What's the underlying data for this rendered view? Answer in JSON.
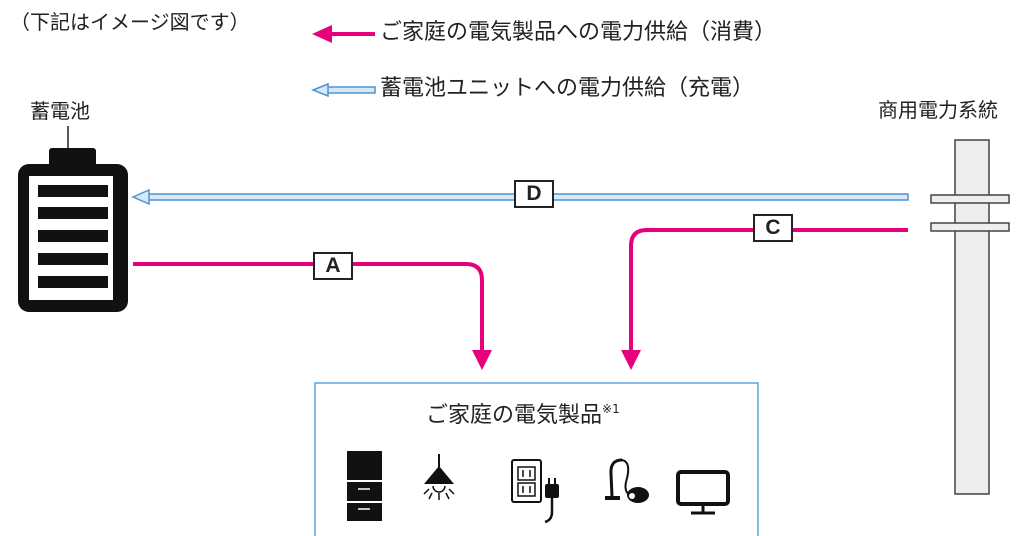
{
  "note": "（下記はイメージ図です）",
  "legend": {
    "consumption": "ご家庭の電気製品への電力供給（消費）",
    "charge": "蓄電池ユニットへの電力供給（充電）"
  },
  "battery_label": "蓄電池",
  "grid_label": "商用電力系統",
  "appliances": {
    "title": "ご家庭の電気製品",
    "footnote": "※1",
    "icons": [
      "refrigerator-icon",
      "ceiling-light-icon",
      "outlet-plug-icon",
      "vacuum-cleaner-icon",
      "tv-icon"
    ]
  },
  "flows": {
    "a": "A",
    "c": "C",
    "d": "D"
  },
  "colors": {
    "consumption": "#e6007e",
    "charge": "#4f93d2",
    "charge_fill": "#d7e9f8",
    "box_border": "#5aa7d8",
    "ink": "#222222",
    "pole_fill": "#eeeeee"
  }
}
